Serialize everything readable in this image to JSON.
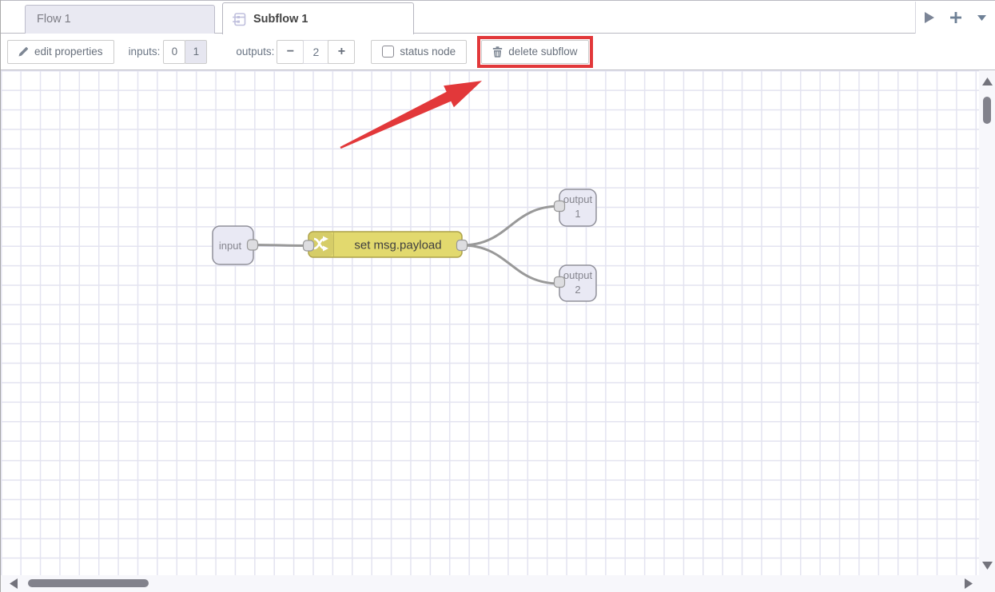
{
  "tabbar": {
    "tabs": [
      {
        "label": "Flow 1",
        "active": false
      },
      {
        "label": "Subflow 1",
        "active": true,
        "icon": "subflow-icon"
      }
    ],
    "controls": [
      {
        "name": "scroll-tabs",
        "icon": "triangle-right-icon"
      },
      {
        "name": "add-flow",
        "icon": "plus-icon"
      },
      {
        "name": "flow-list",
        "icon": "chevron-down-icon"
      }
    ]
  },
  "toolbar": {
    "edit_properties_label": "edit properties",
    "edit_properties_icon": "pencil-icon",
    "inputs_label": "inputs:",
    "inputs_options": [
      "0",
      "1"
    ],
    "inputs_selected": "1",
    "outputs_label": "outputs:",
    "outputs_decrease_label": "−",
    "outputs_value": "2",
    "outputs_increase_label": "+",
    "status_node_label": "status node",
    "status_node_checked": false,
    "delete_subflow_label": "delete subflow",
    "delete_subflow_icon": "trash-icon"
  },
  "canvas": {
    "nodes": [
      {
        "id": "input",
        "type": "subflow-input",
        "label": "input"
      },
      {
        "id": "change",
        "type": "change",
        "icon": "shuffle-icon",
        "label": "set msg.payload",
        "color": "#e2d96e"
      },
      {
        "id": "output1",
        "type": "subflow-output",
        "label_line1": "output",
        "label_line2": "1"
      },
      {
        "id": "output2",
        "type": "subflow-output",
        "label_line1": "output",
        "label_line2": "2"
      }
    ],
    "wires": [
      {
        "from": "input",
        "to": "change"
      },
      {
        "from": "change",
        "to": "output1"
      },
      {
        "from": "change",
        "to": "output2"
      }
    ]
  },
  "annotations": {
    "highlight_box_target": "delete-subflow-button",
    "arrow_target": "delete-subflow-button",
    "color": "#e2383a"
  },
  "colors": {
    "change_node_fill": "#e2d96e",
    "change_node_border": "#ada24a",
    "io_node_fill": "#e9e9f4",
    "io_node_border": "#90909a",
    "wire": "#999999",
    "grid_line": "#e3e3f0",
    "annotation_red": "#e2383a",
    "selected_toggle_bg": "#e6e6f0"
  }
}
